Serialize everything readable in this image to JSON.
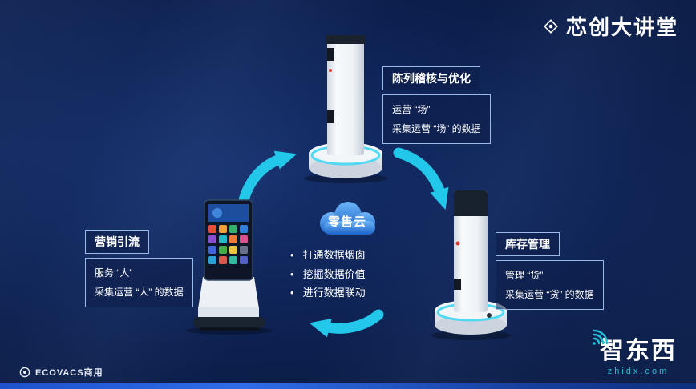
{
  "header": {
    "title": "芯创大讲堂"
  },
  "diagram": {
    "cloud": {
      "label": "零售云",
      "bullets": [
        "打通数据烟囱",
        "挖掘数据价值",
        "进行数据联动"
      ]
    },
    "nodes": {
      "top": {
        "title": "陈列稽核与优化",
        "line1": "运营 “场”",
        "line2": "采集运营 “场” 的数据"
      },
      "left": {
        "title": "营销引流",
        "line1": "服务 “人”",
        "line2": "采集运营 “人” 的数据"
      },
      "right": {
        "title": "库存管理",
        "line1": "管理 “货”",
        "line2": "采集运营 “货” 的数据"
      }
    }
  },
  "footer": {
    "brand_left": "ECOVACS商用",
    "brand_right": "智东西",
    "brand_right_url": "zhidx.com"
  },
  "colors": {
    "background_navy": "#0d2152",
    "arrow_cyan": "#22c7ea",
    "box_border": "#9dc3ef",
    "cloud_blue": "#1c63ca",
    "bottom_bar_blue": "#1d52cc",
    "zhidx_teal": "#22c3d6"
  }
}
